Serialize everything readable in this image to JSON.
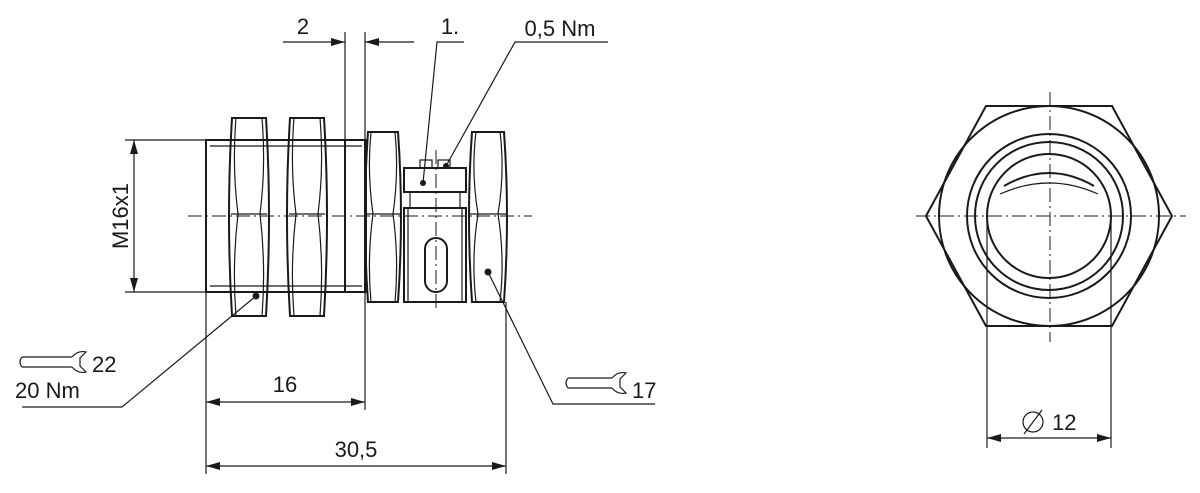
{
  "labels": {
    "dim_2": "2",
    "note_1": "1.",
    "torque_small": "0,5 Nm",
    "thread": "M16x1",
    "wrench_22": "22",
    "torque_20": "20 Nm",
    "dim_16": "16",
    "dim_30_5": "30,5",
    "wrench_17": "17",
    "diameter_12": "12"
  },
  "icons": [
    "wrench-icon",
    "wrench-icon",
    "diameter-symbol-icon"
  ]
}
